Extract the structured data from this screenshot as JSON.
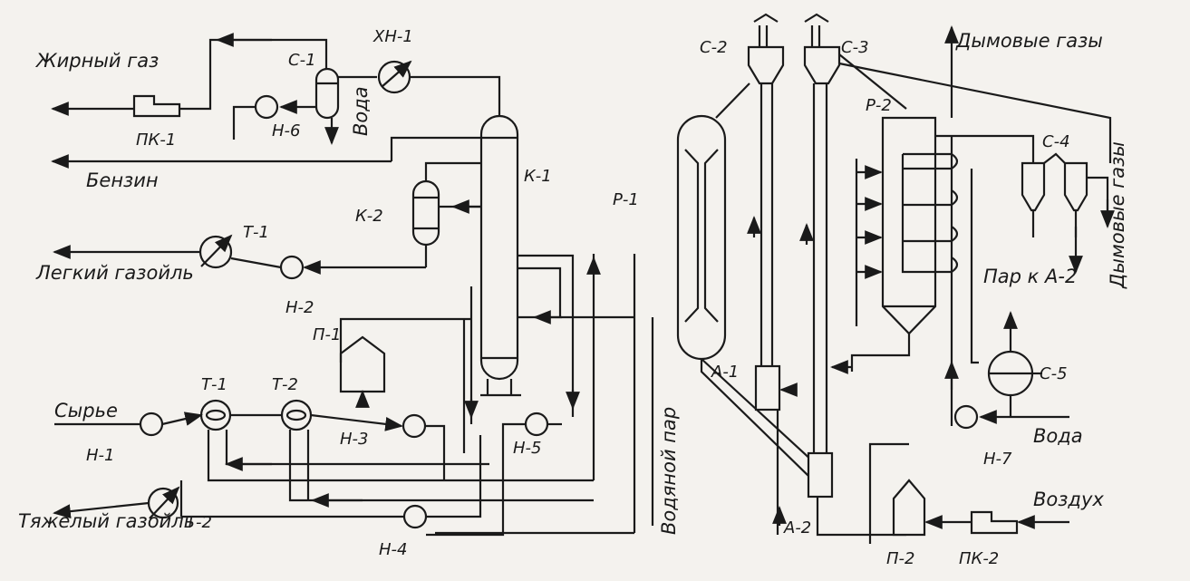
{
  "labels": {
    "zhirny_gaz": "Жирный газ",
    "benzin": "Бензин",
    "legkiy_gazoil": "Легкий газойль",
    "syrye": "Сырье",
    "tyazhely_gazoil": "Тяжелый газойль",
    "voda_top": "Вода",
    "vodyanoy_par": "Водяной пар",
    "dymovye_gazy_top": "Дымовые газы",
    "dymovye_gazy_side": "Дымовые газы",
    "par_k_a2": "Пар к А-2",
    "voda_right": "Вода",
    "vozdukh": "Воздух"
  },
  "equipment": {
    "pk1": "ПК-1",
    "c1": "С-1",
    "n6": "Н-6",
    "xh1": "ХН-1",
    "k1": "К-1",
    "k2": "К-2",
    "t_cool": "Т-1",
    "n2": "Н-2",
    "p1": "П-1",
    "t1": "Т-1",
    "t2": "Т-2",
    "n1": "Н-1",
    "n3": "Н-3",
    "n4": "Н-4",
    "n5": "Н-5",
    "t_cool2": "Т-2",
    "c2": "С-2",
    "c3": "С-3",
    "r1": "Р-1",
    "r2": "Р-2",
    "a1": "А-1",
    "a2": "А-2",
    "c4": "С-4",
    "c5": "С-5",
    "n7": "Н-7",
    "p2": "П-2",
    "pk2": "ПК-2"
  },
  "colors": {
    "ink": "#1a1a1a",
    "paper": "#f4f2ee"
  }
}
